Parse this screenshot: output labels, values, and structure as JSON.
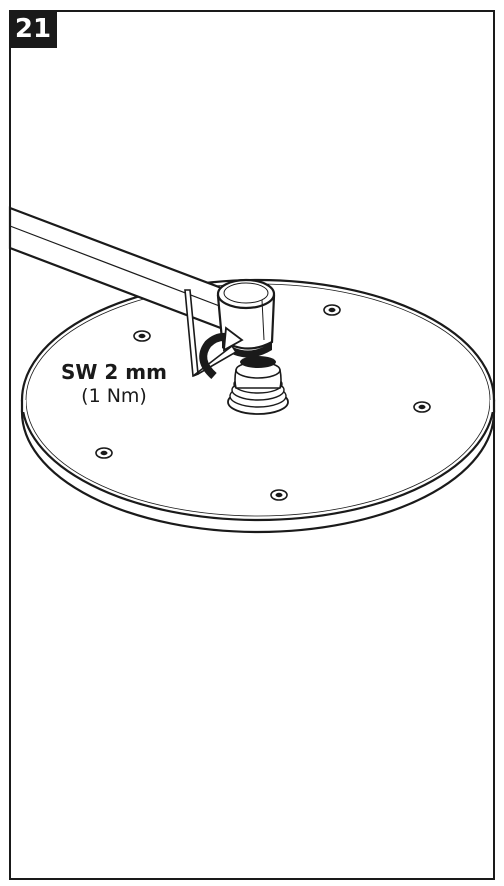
{
  "step": {
    "number": "21"
  },
  "annotation": {
    "wrench_size": "SW 2 mm",
    "torque": "(1 Nm)"
  },
  "illustration": {
    "icons": [
      "shower-arm",
      "shower-head-plate",
      "hex-key-icon",
      "rotation-arrow-icon",
      "screw-icon"
    ],
    "colors": {
      "line": "#1a1a1a",
      "fill": "#ffffff",
      "accent": "#1a1a1a"
    }
  }
}
